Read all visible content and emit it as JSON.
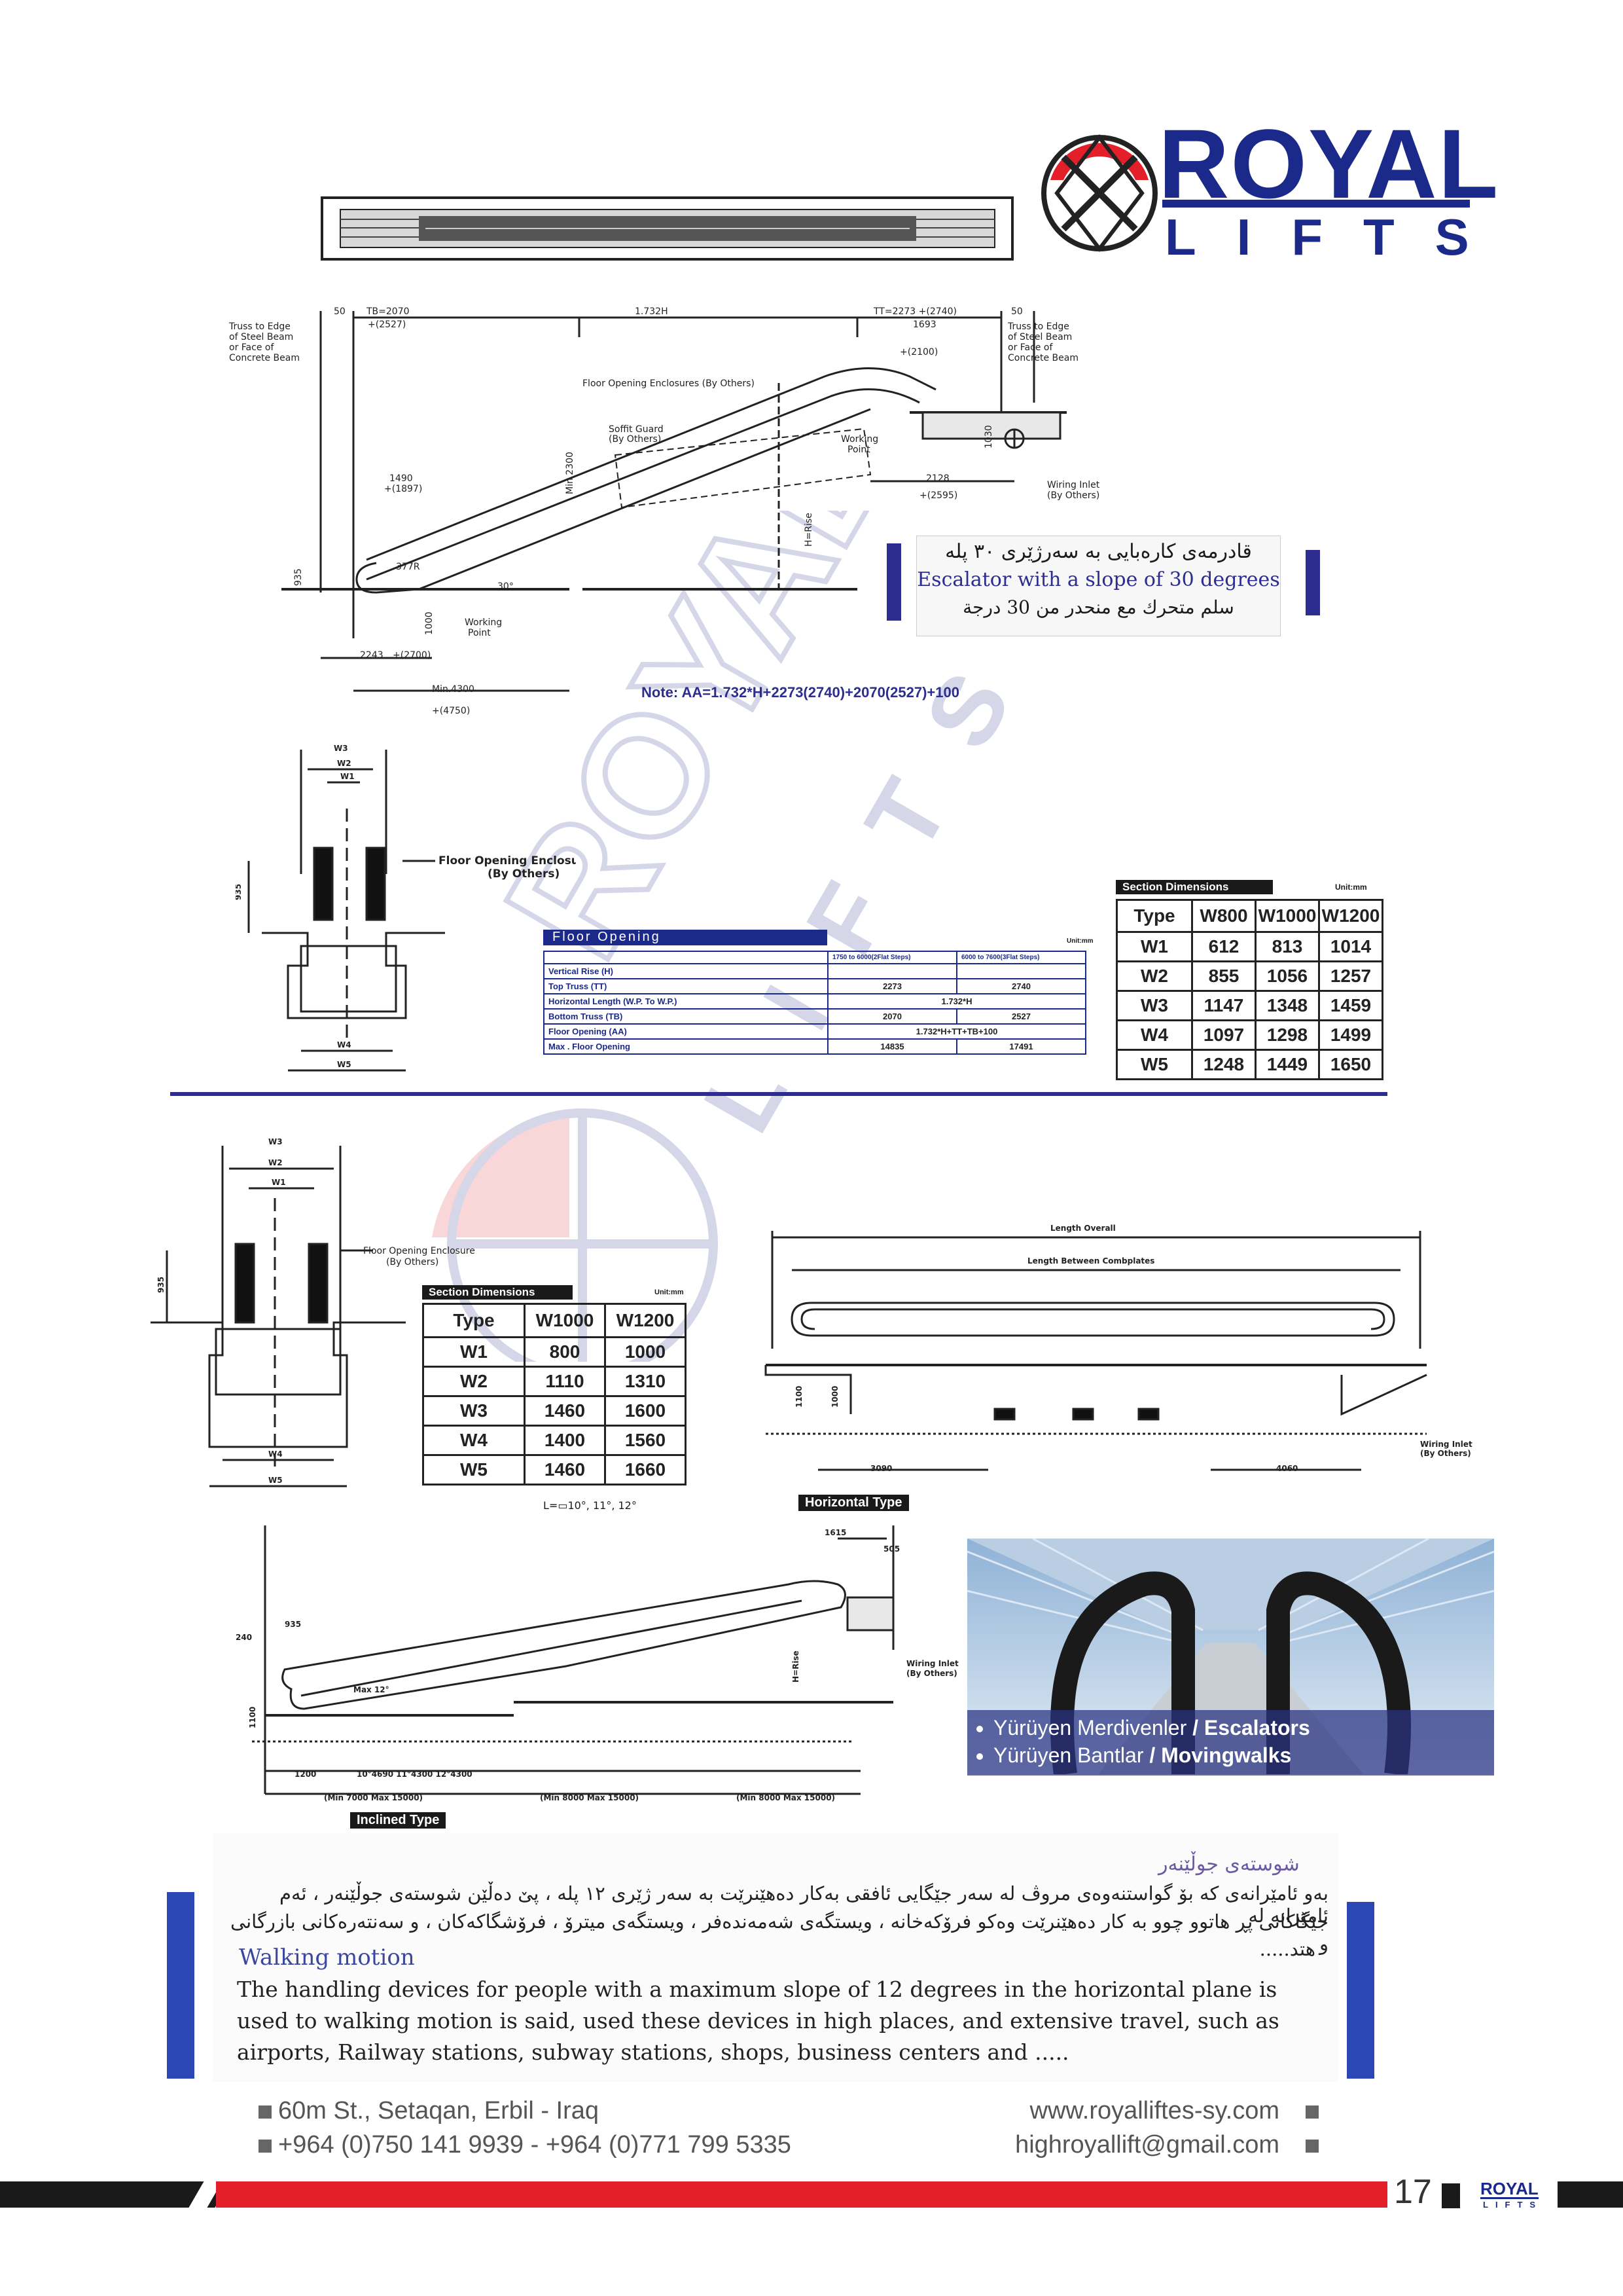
{
  "brand": {
    "name": "ROYAL",
    "sub": "LIFTS",
    "colors": {
      "blue": "#1b2a8a",
      "red": "#e3202a",
      "black": "#1a1a1a"
    }
  },
  "escalator": {
    "caption_ku": "قادرمەی کارەبایی بە سەرژێری ٣٠ پلە",
    "caption_en": "Escalator with a slope of 30 degrees",
    "caption_ar": "سلم متحرك مع منحدر من 30 درجة",
    "note": "Note: AA=1.732*H+2273(2740)+2070(2527)+100",
    "labels": {
      "truss_left": [
        "Truss to Edge",
        "of Steel Beam",
        "or Face of",
        "Concrete Beam"
      ],
      "truss_right": [
        "Truss to Edge",
        "of Steel Beam",
        "or Face of",
        "Concrete Beam"
      ],
      "tb": "TB=2070",
      "tb2": "+(2527)",
      "horiz": "1.732H",
      "tt": "TT=2273 +(2740)",
      "d1693": "1693",
      "d2100": "+(2100)",
      "d50a": "50",
      "d50b": "50",
      "floor_opening": "Floor Opening Enclosures (By Others)",
      "soffit": [
        "Soffit Guard",
        "(By Others)"
      ],
      "working_point": [
        "Working",
        "Point"
      ],
      "working_point2": [
        "Working",
        "Point"
      ],
      "d1490": "1490",
      "d1897": "+(1897)",
      "d2128": "2128",
      "d2595": "+(2595)",
      "wiring": [
        "Wiring Inlet",
        "(By Others)"
      ],
      "r377": "377R",
      "a30": "30°",
      "d2243": "2243",
      "d2700": "+(2700)",
      "min4300": "Min.4300",
      "d4750": "+(4750)",
      "min2300": "Min 2300",
      "hrise": "H=Rise",
      "d1030": "1030",
      "d1000": "1000",
      "d935": "935"
    }
  },
  "opening_section": {
    "w_labels": [
      "W3",
      "W2",
      "W1",
      "W4",
      "W5"
    ],
    "enclosure": [
      "Floor Opening Enclosure",
      "(By Others)"
    ],
    "d935": "935"
  },
  "floor_opening": {
    "title": "Floor Opening",
    "unit": "Unit:mm",
    "header": [
      "",
      "1750 to 6000(2Flat Steps)",
      "6000 to 7600(3Flat Steps)"
    ],
    "rows": [
      [
        "Vertical Rise (H)",
        "",
        ""
      ],
      [
        "Top Truss (TT)",
        "2273",
        "2740"
      ],
      [
        "Horizontal Length (W.P. To W.P.)",
        "1.732*H",
        ""
      ],
      [
        "Bottom Truss (TB)",
        "2070",
        "2527"
      ],
      [
        "Floor Opening (AA)",
        "1.732*H+TT+TB+100",
        ""
      ],
      [
        "Max . Floor Opening",
        "14835",
        "17491"
      ]
    ]
  },
  "section_dims_escalator": {
    "title": "Section Dimensions",
    "unit": "Unit:mm",
    "header": [
      "Type",
      "W800",
      "W1000",
      "W1200"
    ],
    "rows": [
      [
        "W1",
        "612",
        "813",
        "1014"
      ],
      [
        "W2",
        "855",
        "1056",
        "1257"
      ],
      [
        "W3",
        "1147",
        "1348",
        "1459"
      ],
      [
        "W4",
        "1097",
        "1298",
        "1499"
      ],
      [
        "W5",
        "1248",
        "1449",
        "1650"
      ]
    ]
  },
  "section_dims_walk": {
    "title": "Section Dimensions",
    "unit": "Unit:mm",
    "header": [
      "Type",
      "W1000",
      "W1200"
    ],
    "rows": [
      [
        "W1",
        "800",
        "1000"
      ],
      [
        "W2",
        "1110",
        "1310"
      ],
      [
        "W3",
        "1460",
        "1600"
      ],
      [
        "W4",
        "1400",
        "1560"
      ],
      [
        "W5",
        "1460",
        "1660"
      ]
    ],
    "slope_note": "L=▭10°, 11°, 12°"
  },
  "horizontal": {
    "title": "Horizontal Type",
    "length_overall": "Length Overall",
    "length_between": "Length Between Combplates",
    "d3090": "3090",
    "d4060": "4060",
    "d1100": "1100",
    "d1000": "1000",
    "wiring": [
      "Wiring Inlet",
      "(By Others)"
    ]
  },
  "inclined": {
    "title": "Inclined Type",
    "d1615": "1615",
    "d505": "505",
    "d935": "935",
    "d240": "240",
    "max12": "Max 12°",
    "hrise": "H=Rise",
    "d1100": "1100",
    "d1200": "1200",
    "dims": "10°4690 11°4300 12°4300",
    "min_a": "(Min 7000 Max 15000)",
    "min_b": "(Min 8000 Max 15000)",
    "min_c": "(Min 8000 Max 15000)",
    "wiring": [
      "Wiring Inlet",
      "(By Others)"
    ]
  },
  "photo": {
    "items": [
      {
        "tr": "Yürüyen Merdivenler",
        "sep": " / ",
        "en": "Escalators"
      },
      {
        "tr": "Yürüyen Bantlar",
        "sep": " / ",
        "en": "Movingwalks"
      }
    ]
  },
  "walking": {
    "heading_ku": "شوستەی جوڵێنەر",
    "ku_line1": "بەو ئامێرانەی کە بۆ گواستنەوەی مروڤ لە سەر جێگایی ئافقی بەکار دەهێنرێت بە سەر ژێری ١٢ پلە ، پێ دەڵێن شوستەی جوڵێنەر ، ئەم ئامێرانە لە",
    "ku_line2": "جێگاکانی پڕ هاتوو چوو بە کار دەهێنرێت وەکو فرۆکەخانە ، ویستگەی شەمەندەفر ، ویستگەی میترۆ ، فرۆشگاکەکان ، و سەنتەرەکانی بازرگانی و",
    "ku_line3": "هتد.....",
    "heading_en": "Walking motion",
    "body_en": "The handling devices for people with a maximum slope of 12 degrees in the horizontal plane is used to walking motion is said, used these devices in high places, and extensive travel, such as airports, Railway stations, subway stations, shops, business centers and ....."
  },
  "footer": {
    "address": "60m St., Setaqan, Erbil - Iraq",
    "phones": "+964 (0)750 141 9939 - +964 (0)771 799 5335",
    "website": "www.royalliftes-sy.com",
    "email": "highroyallift@gmail.com",
    "page": "17",
    "mini_brand": "ROYAL",
    "mini_sub": "LIFTS"
  }
}
